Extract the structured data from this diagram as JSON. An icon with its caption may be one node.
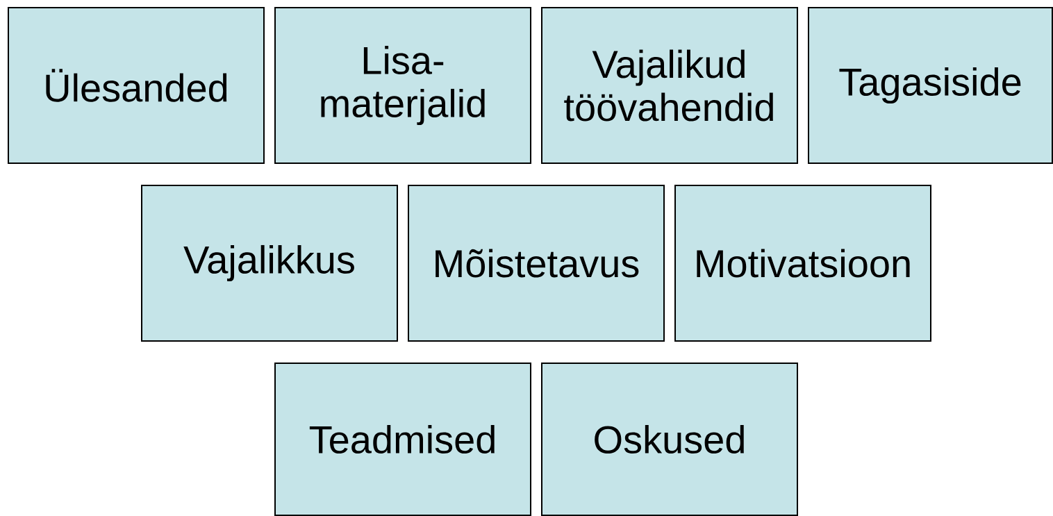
{
  "diagram": {
    "nodes": [
      {
        "text": [
          "Ülesanded"
        ]
      },
      {
        "text": [
          "Lisa- materjalid"
        ]
      },
      {
        "text": [
          "Vajalikud töövahendid"
        ]
      },
      {
        "text": [
          "Tagasiside"
        ]
      },
      {
        "text": [
          "Vajalikkus"
        ]
      },
      {
        "text": [
          "Mõistetavus"
        ]
      },
      {
        "text": [
          "Motivatsioon"
        ]
      },
      {
        "text": [
          "Teadmised"
        ]
      },
      {
        "text": [
          "Oskused"
        ]
      }
    ]
  }
}
